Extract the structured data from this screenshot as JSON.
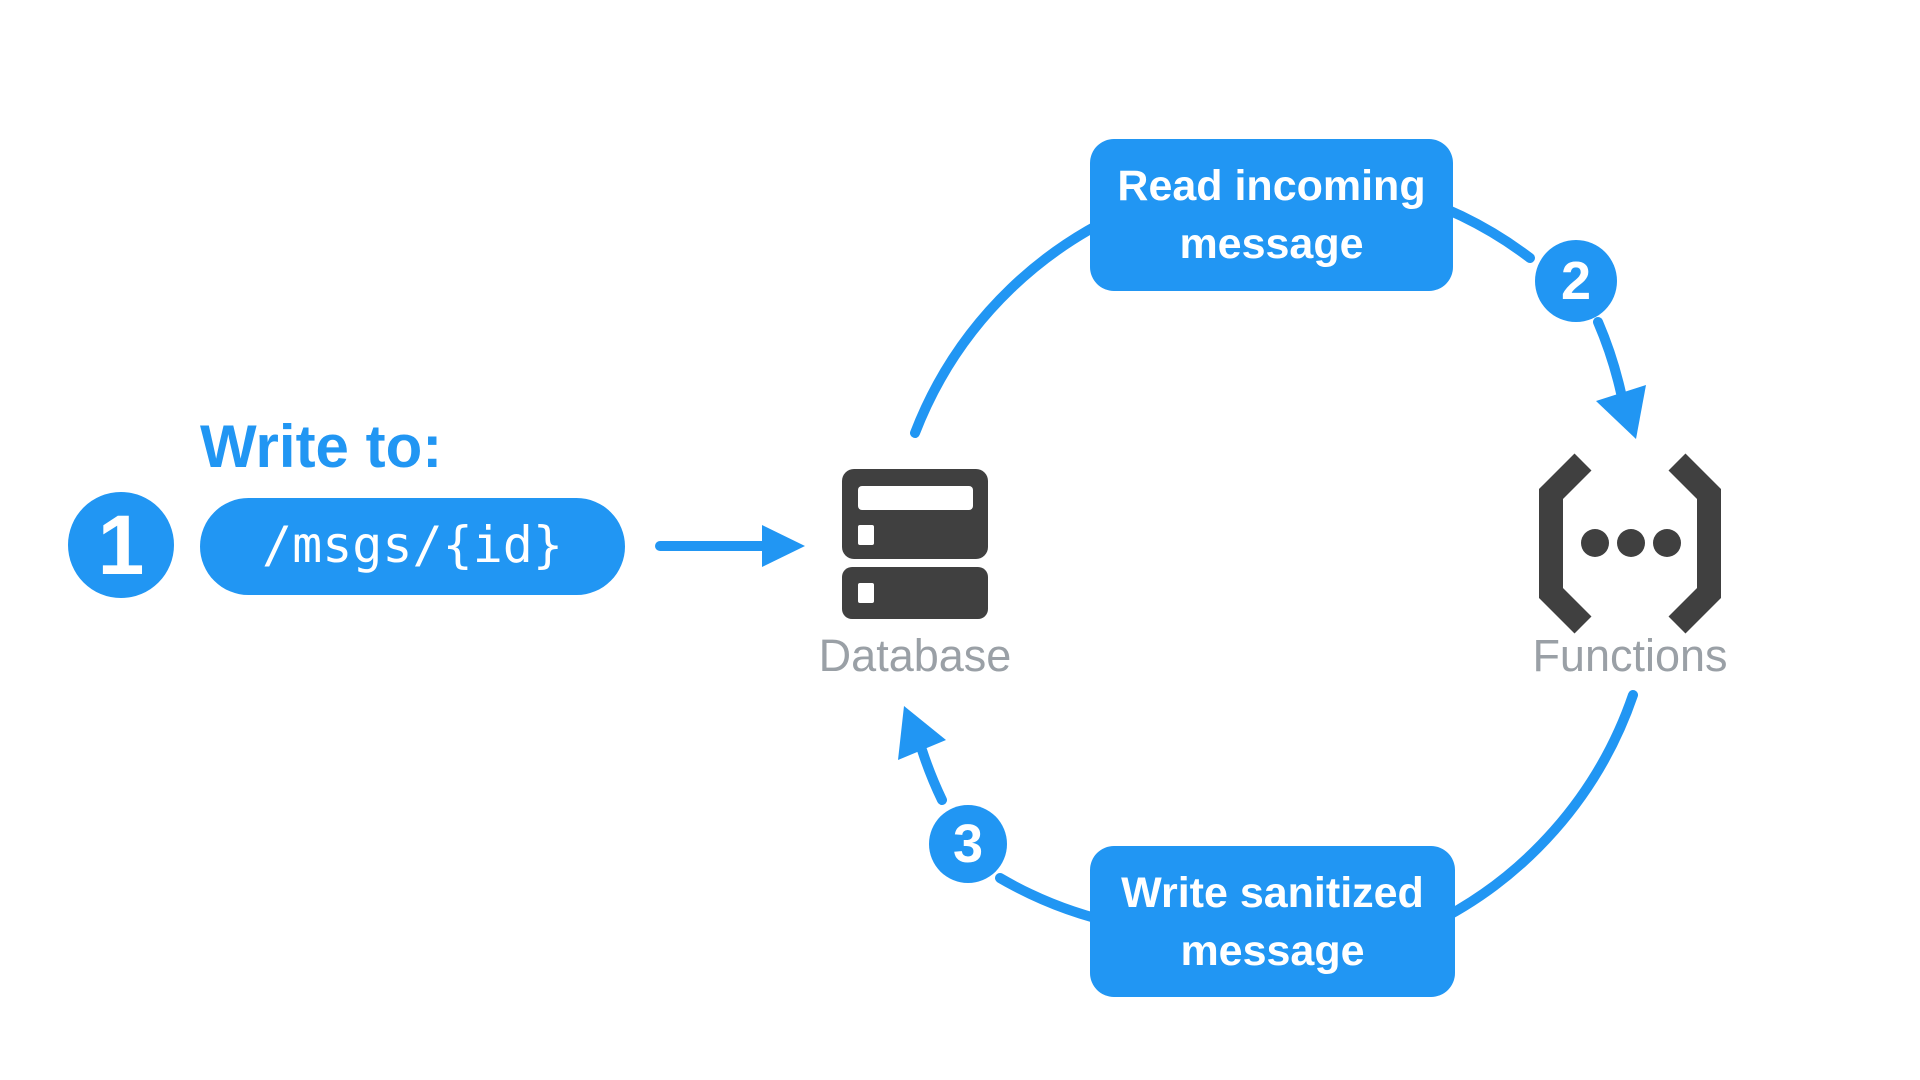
{
  "colors": {
    "accent": "#2196F3",
    "icon": "#404040",
    "muted": "#9AA0A6",
    "on-accent": "#FFFFFF",
    "bg": "#FFFFFF"
  },
  "diagram": {
    "heading": "Write to:",
    "path_pill": "/msgs/{id}",
    "badges": {
      "step1": "1",
      "step2": "2",
      "step3": "3"
    },
    "boxes": {
      "read": "Read incoming message",
      "write": "Write sanitized message"
    },
    "nodes": {
      "database": "Database",
      "functions": "Functions"
    },
    "icons": {
      "database": "database-server-icon",
      "functions": "cloud-functions-icon",
      "write_arrow": "right-arrow-icon",
      "cycle_arrow_to_functions": "curved-arrow-down-icon",
      "cycle_arrow_to_database": "curved-arrow-up-icon"
    }
  }
}
